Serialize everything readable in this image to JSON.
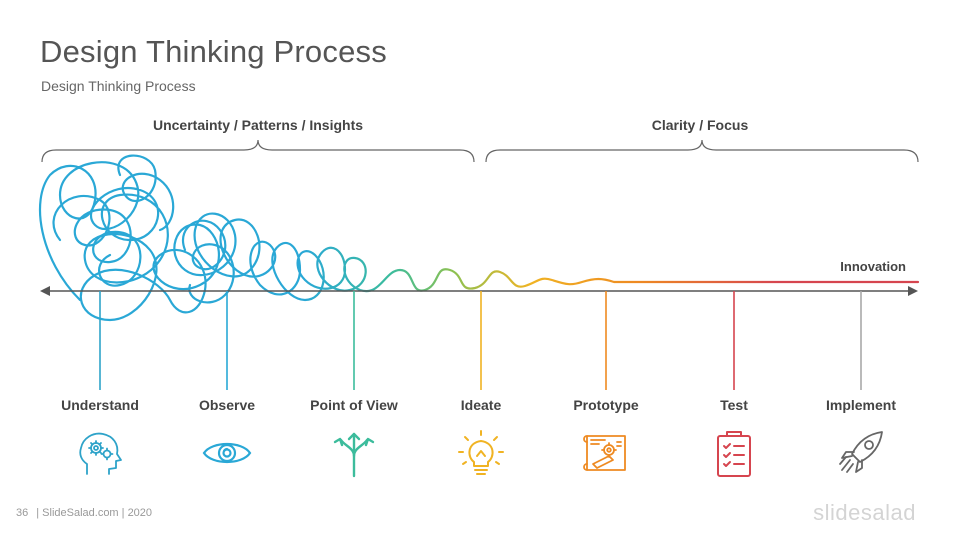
{
  "title": "Design Thinking Process",
  "subtitle": "Design Thinking Process",
  "phases": [
    {
      "label": "Uncertainty / Patterns / Insights"
    },
    {
      "label": "Clarity / Focus"
    }
  ],
  "axis_label": "Innovation",
  "stages": [
    {
      "label": "Understand",
      "icon": "head-gears-icon",
      "color": "#2ea3c9"
    },
    {
      "label": "Observe",
      "icon": "eye-icon",
      "color": "#2aa8d6"
    },
    {
      "label": "Point of View",
      "icon": "split-arrows-icon",
      "color": "#3cbc9c"
    },
    {
      "label": "Ideate",
      "icon": "lightbulb-icon",
      "color": "#f0b323"
    },
    {
      "label": "Prototype",
      "icon": "blueprint-icon",
      "color": "#ee8a22"
    },
    {
      "label": "Test",
      "icon": "clipboard-checklist-icon",
      "color": "#d6454f"
    },
    {
      "label": "Implement",
      "icon": "rocket-icon",
      "color": "#8e8e8e"
    }
  ],
  "footer": {
    "page_number": "36",
    "credit": "| SlideSalad.com | 2020"
  },
  "brand": "slidesalad"
}
